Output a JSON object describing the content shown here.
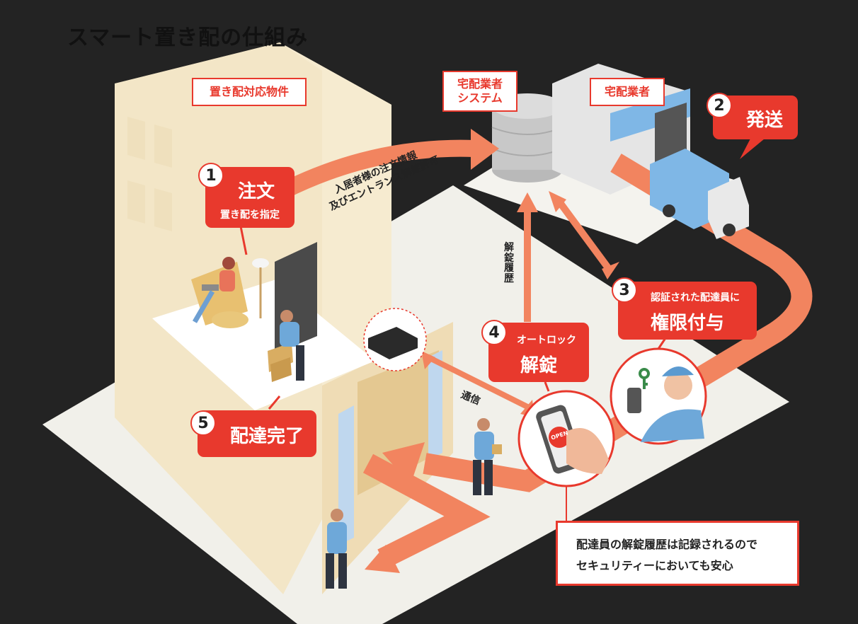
{
  "title": "スマート置き配の仕組み",
  "labels": {
    "property": "置き配対応物件",
    "system_line1": "宅配業者",
    "system_line2": "システム",
    "courier": "宅配業者"
  },
  "steps": [
    {
      "number": "1",
      "main": "注文",
      "sub": "置き配を指定"
    },
    {
      "number": "2",
      "main": "発送"
    },
    {
      "number": "3",
      "sub": "認証された配達員に",
      "main": "権限付与"
    },
    {
      "number": "4",
      "sub": "オートロック",
      "main": "解錠"
    },
    {
      "number": "5",
      "main": "配達完了"
    }
  ],
  "arrows": {
    "order_info_line1": "入居者様の注文情報",
    "order_info_line2": "及びエントランス解錠許可",
    "unlock_history": "解錠履歴",
    "communication": "通信"
  },
  "phone_screen": "OPEN",
  "note": {
    "line1": "配達員の解錠履歴は記録されるので",
    "line2": "セキュリティーにおいても安心"
  },
  "colors": {
    "accent": "#e8392d",
    "arrow": "#f2845f",
    "background": "#232323",
    "ground": "#f1f0ea",
    "building": "#f3e6c7",
    "truck": "#7fb7e6"
  }
}
